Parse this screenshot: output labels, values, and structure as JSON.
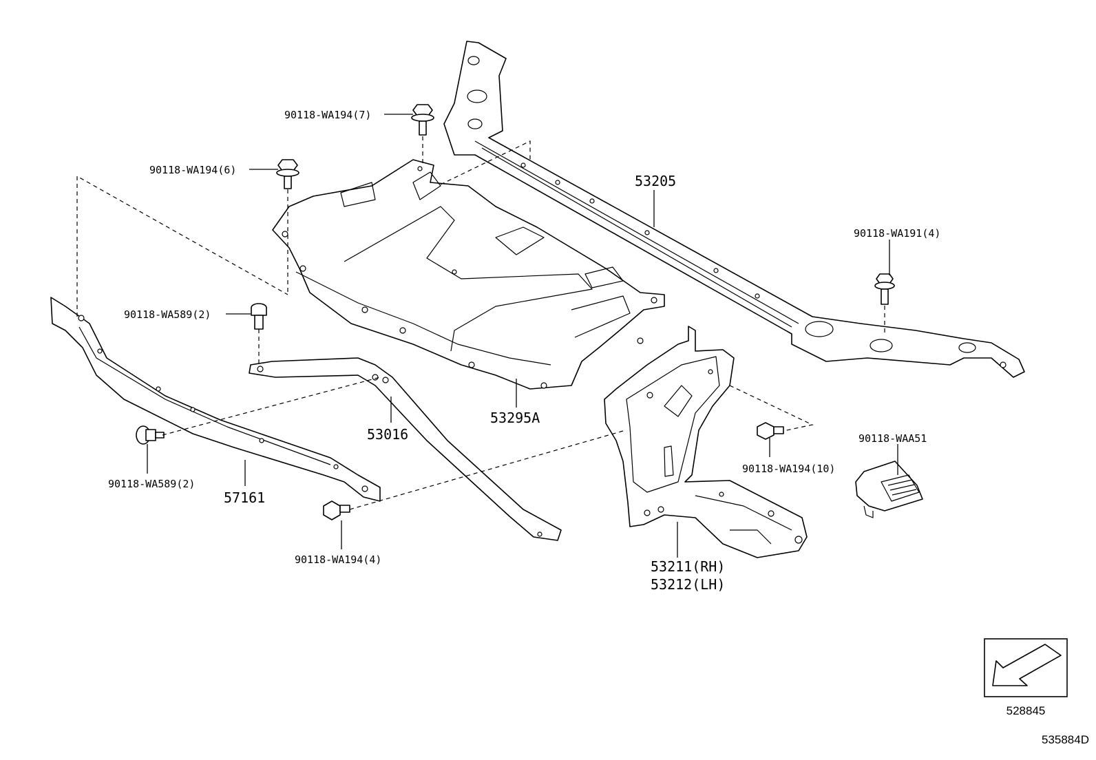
{
  "parts": {
    "bolt_7": "90118-WA194(7)",
    "bolt_6": "90118-WA194(6)",
    "upper_support": "53205",
    "bolt_191_4": "90118-WA191(4)",
    "screw_589_top": "90118-WA589(2)",
    "lower_cover": "53295A",
    "brace": "53016",
    "bolt_589_left": "90118-WA589(2)",
    "lower_beam": "57161",
    "bolt_194_4": "90118-WA194(4)",
    "bracket_rh": "53211(RH)",
    "bracket_lh": "53212(LH)",
    "bolt_194_10": "90118-WA194(10)",
    "clip_waa51": "90118-WAA51"
  },
  "direction_box": {
    "code": "528845",
    "icon": "front-direction-arrow"
  },
  "figure_code": "535884D"
}
